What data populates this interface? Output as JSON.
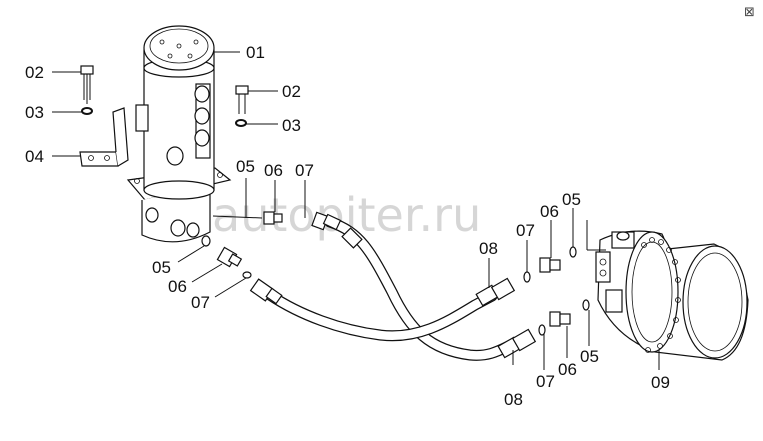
{
  "watermark": {
    "text": "autopiter.ru"
  },
  "corner_mark": {
    "text": "⊠"
  },
  "callouts": {
    "c01": "01",
    "c02a": "02",
    "c03a": "03",
    "c04": "04",
    "c02b": "02",
    "c03b": "03",
    "c05a": "05",
    "c06a": "06",
    "c07a": "07",
    "c05b": "05",
    "c06b": "06",
    "c07b": "07",
    "c08a": "08",
    "c07c": "07",
    "c06c": "06",
    "c05c": "05",
    "c08b": "08",
    "c07d": "07",
    "c06d": "06",
    "c05d": "05",
    "c09": "09"
  }
}
